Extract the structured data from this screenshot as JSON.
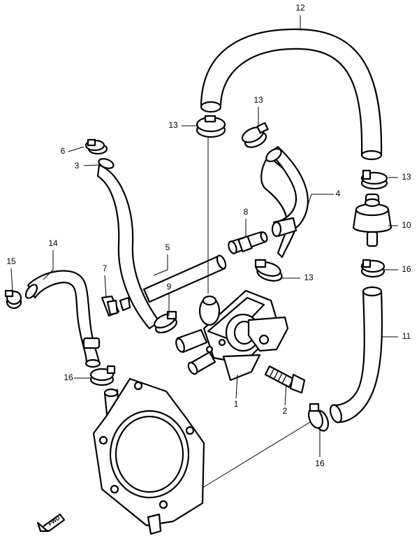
{
  "callouts": {
    "p1": "1",
    "p2": "2",
    "p3": "3",
    "p4": "4",
    "p5": "5",
    "p6": "6",
    "p7": "7",
    "p8": "8",
    "p9": "9",
    "p10": "10",
    "p11": "11",
    "p12": "12",
    "p13a": "13",
    "p13b": "13",
    "p13c": "13",
    "p13d": "13",
    "p14": "14",
    "p15": "15",
    "p16a": "16",
    "p16b": "16",
    "p16c": "16"
  },
  "fwd_label": "FWD"
}
